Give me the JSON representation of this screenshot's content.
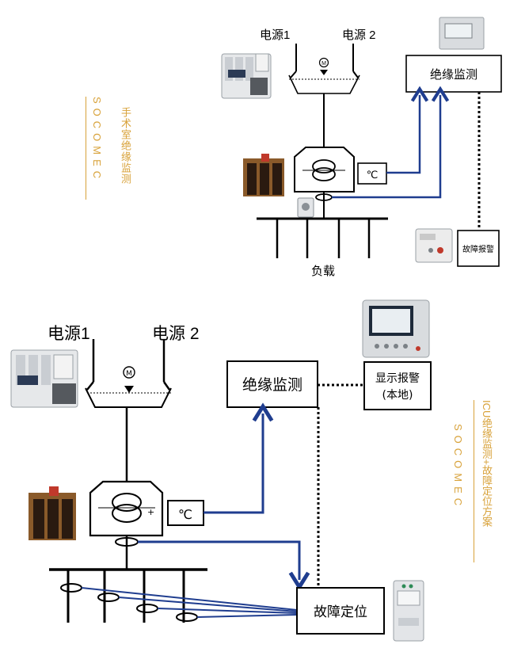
{
  "colors": {
    "line": "#000000",
    "signal": "#1f3d8f",
    "accent": "#d8a23a",
    "device": "#cfd3d8"
  },
  "top": {
    "sidebar_brand": "SOCOMEC",
    "sidebar_title": "手术室绝缘监测",
    "source1": "电源1",
    "source2": "电源 2",
    "motor": "M",
    "monitor": "绝缘监测",
    "temp": "℃",
    "load": "负载",
    "alarm": "故障报警"
  },
  "bottom": {
    "sidebar_brand": "SOCOMEC",
    "sidebar_title": "ICU绝缘监测+故障定位方案",
    "source1": "电源1",
    "source2": "电源 2",
    "motor": "M",
    "monitor": "绝缘监测",
    "display_line1": "显示报警",
    "display_line2": "(本地)",
    "temp": "℃",
    "fault": "故障定位"
  }
}
